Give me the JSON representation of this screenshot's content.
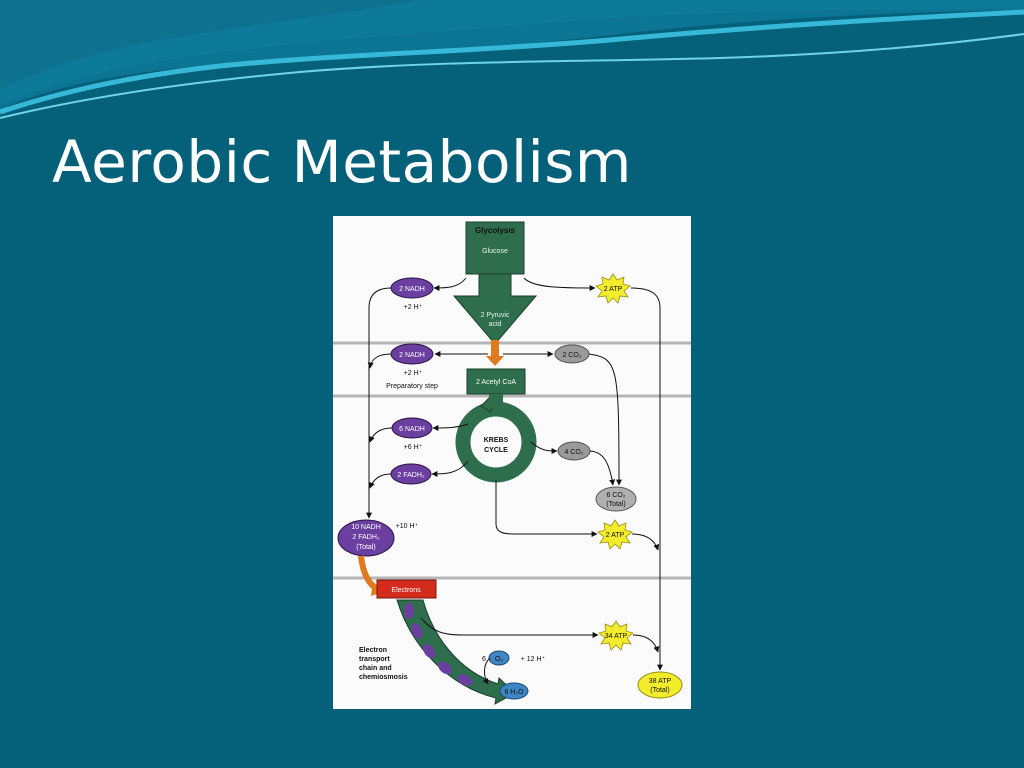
{
  "slide": {
    "title": "Aerobic Metabolism",
    "colors": {
      "background": "#05607a",
      "wave_light": "#2aa9c9",
      "wave_dark": "#0b5a74"
    }
  },
  "diagram": {
    "glycolysis": {
      "title": "Glycolysis",
      "substrate": "Glucose",
      "product_line1": "2 Pyruvic",
      "product_line2": "acid"
    },
    "glycolysis_nadh": {
      "label": "2 NADH",
      "hplus": "+2 H⁺"
    },
    "glycolysis_atp": "2 ATP",
    "prep": {
      "nadh": "2 NADH",
      "hplus": "+2 H⁺",
      "step_label": "Preparatory step",
      "co2": "2 CO₂",
      "acetyl": "2 Acetyl CoA"
    },
    "krebs": {
      "line1": "KREBS",
      "line2": "CYCLE",
      "nadh": "6 NADH",
      "hplus": "+6 H⁺",
      "fadh": "2 FADH₂",
      "co2": "4 CO₂",
      "co2_total_line1": "6 CO₂",
      "co2_total_line2": "(Total)",
      "atp": "2 ATP"
    },
    "carriers": {
      "line1": "10 NADH",
      "line2": "2 FADH₂",
      "line3": "(Total)",
      "hplus": "+10 H⁺"
    },
    "etc": {
      "electrons": "Electrons",
      "label_line1": "Electron",
      "label_line2": "transport",
      "label_line3": "chain and",
      "label_line4": "chemiosmosis",
      "o2_coef": "6",
      "o2": "O₂",
      "hplus": "+ 12 H⁺",
      "water": "6 H₂O",
      "atp": "34 ATP"
    },
    "atp_total_line1": "38 ATP",
    "atp_total_line2": "(Total)",
    "colors": {
      "arrow_green": "#2e6e4c",
      "nadh_purple": "#6b3fa0",
      "atp_yellow": "#f3ec2a",
      "co2_gray": "#9a9a9a",
      "electrons_red": "#d42c1c",
      "orange_arrow": "#e07a1c",
      "o2_blue": "#3f86c4"
    }
  }
}
